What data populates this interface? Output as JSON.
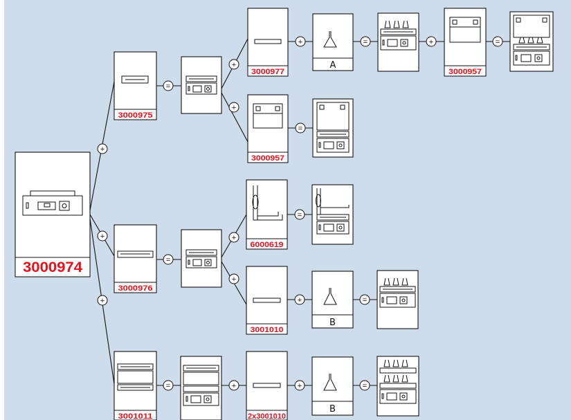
{
  "colors": {
    "background": "#cfdcec",
    "stroke": "#111111",
    "box_fill": "#ffffff",
    "label": "#e8101c"
  },
  "operators": {
    "plus": "+",
    "equals": "="
  },
  "nodes": {
    "n3000974": {
      "label": "3000974"
    },
    "n3000975": {
      "label": "3000975"
    },
    "n3000976": {
      "label": "3000976"
    },
    "n3001011": {
      "label": "3001011"
    },
    "n3000977": {
      "label": "3000977"
    },
    "n3000957a": {
      "label": "3000957"
    },
    "n3000957b": {
      "label": "3000957"
    },
    "n6000619": {
      "label": "6000619"
    },
    "n3001010": {
      "label": "3001010"
    },
    "n2x3001010": {
      "label": "2x3001010"
    },
    "flaskA": {
      "sublabel": "A"
    },
    "flaskB1": {
      "sublabel": "B"
    },
    "flaskB2": {
      "sublabel": "B"
    }
  }
}
